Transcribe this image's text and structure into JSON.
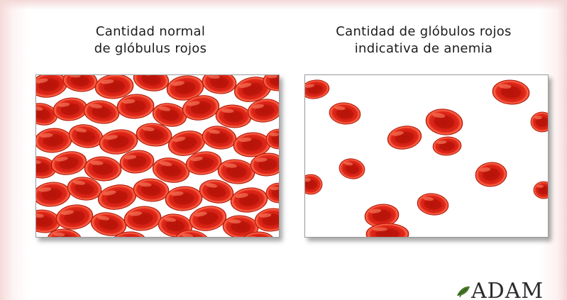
{
  "caption_left": {
    "line1": "Cantidad normal",
    "line2": "de glóbulus rojos"
  },
  "caption_right": {
    "line1": "Cantidad de glóbulos rojos",
    "line2": "indicativa de anemia"
  },
  "logo": {
    "text": "ADAM"
  },
  "colors": {
    "cell_rim": "#e0281a",
    "cell_center": "#b01208",
    "cell_highlight": "#ff6a4a",
    "logo_leaf": "#4a7a2a"
  }
}
